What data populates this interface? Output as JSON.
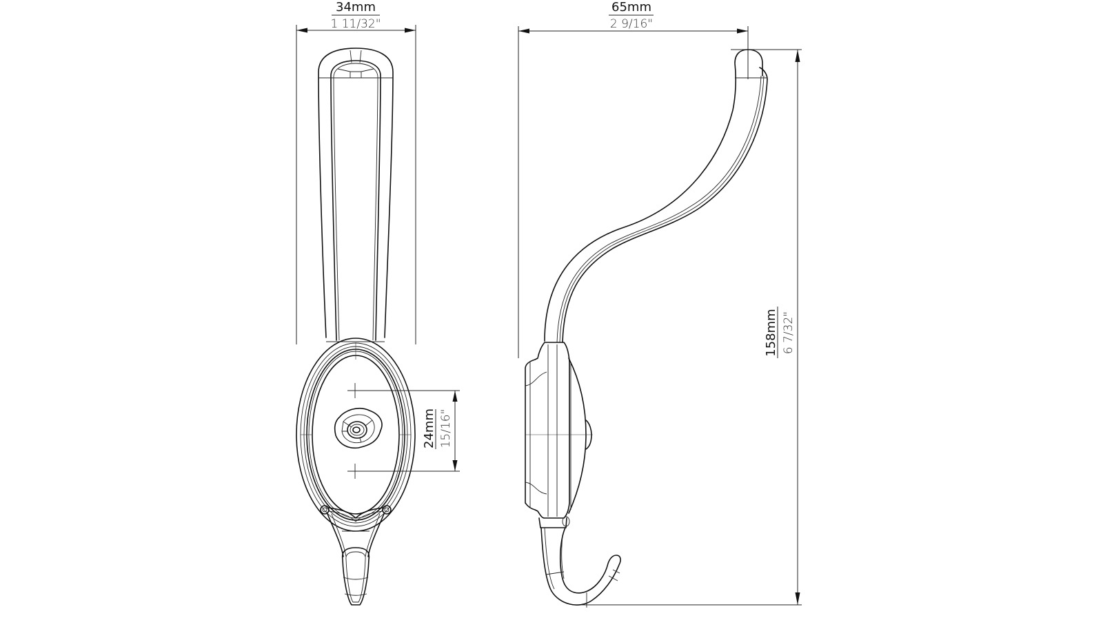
{
  "drawing": {
    "title": "Coat hook technical drawing",
    "views": [
      {
        "name": "front-view",
        "description": "Front elevation of hook with oval backplate and rosette"
      },
      {
        "name": "side-view",
        "description": "Side profile of S-curved double hook"
      }
    ],
    "line_color": "#111111",
    "background": "#ffffff"
  },
  "dimensions": {
    "front_width": {
      "metric": "34mm",
      "imperial": "1 11/32\""
    },
    "side_depth": {
      "metric": "65mm",
      "imperial": "2 9/16\""
    },
    "overall_height": {
      "metric": "158mm",
      "imperial": "6 7/32\""
    },
    "hole_spacing": {
      "metric": "24mm",
      "imperial": "15/16\""
    }
  }
}
